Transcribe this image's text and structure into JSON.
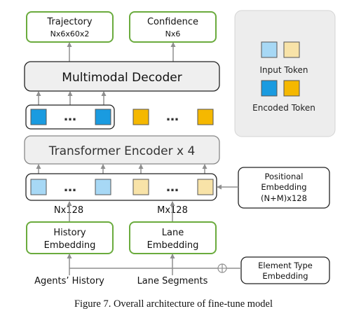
{
  "outputs": {
    "trajectory_title": "Trajectory",
    "trajectory_shape": "Nx6x60x2",
    "confidence_title": "Confidence",
    "confidence_shape": "Nx6"
  },
  "decoder_label": "Multimodal Decoder",
  "encoder_label": "Transformer Encoder x 4",
  "ellipsis": "…",
  "dims": {
    "agents": "Nx128",
    "lanes": "Mx128"
  },
  "positional": {
    "line1": "Positional",
    "line2": "Embedding",
    "line3": "(N+M)x128"
  },
  "history_embedding": {
    "line1": "History",
    "line2": "Embedding"
  },
  "lane_embedding": {
    "line1": "Lane",
    "line2": "Embedding"
  },
  "element_type": {
    "line1": "Element Type",
    "line2": "Embedding"
  },
  "inputs": {
    "agents": "Agents’ History",
    "lanes": "Lane Segments"
  },
  "legend": {
    "input_label": "Input Token",
    "encoded_label": "Encoded Token"
  },
  "caption": "Figure 7. Overall architecture of fine-tune model",
  "colors": {
    "green_border": "#6aab3d",
    "blue_encoded": "#1a9be0",
    "orange_encoded": "#f5b800",
    "blue_input": "#a7d8f5",
    "orange_input": "#f8e3a8",
    "arrow": "#8f8f8f",
    "legend_bg": "#ededed",
    "block_fill": "#efefef"
  }
}
